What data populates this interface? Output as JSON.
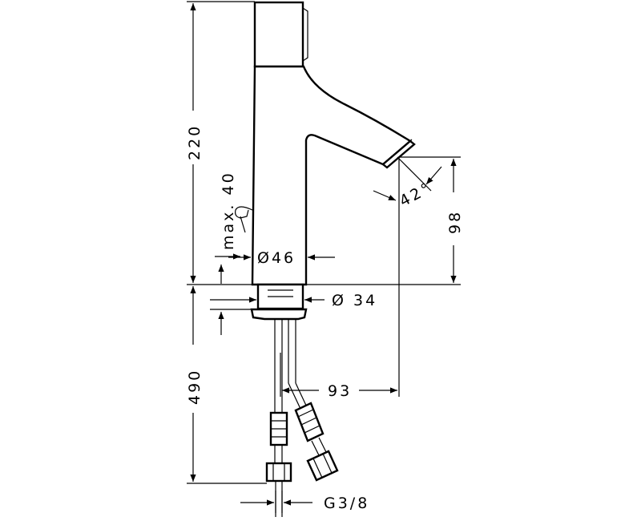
{
  "dimensions": {
    "height_above_basin": "220",
    "lever_max": "max. 40",
    "body_diameter": "Ø46",
    "spout_angle": "42°",
    "spout_height": "98",
    "shank_diameter": "Ø 34",
    "hose_length": "490",
    "projection": "93",
    "connection_thread": "G3/8"
  },
  "colors": {
    "line": "#000000",
    "background": "#ffffff"
  }
}
